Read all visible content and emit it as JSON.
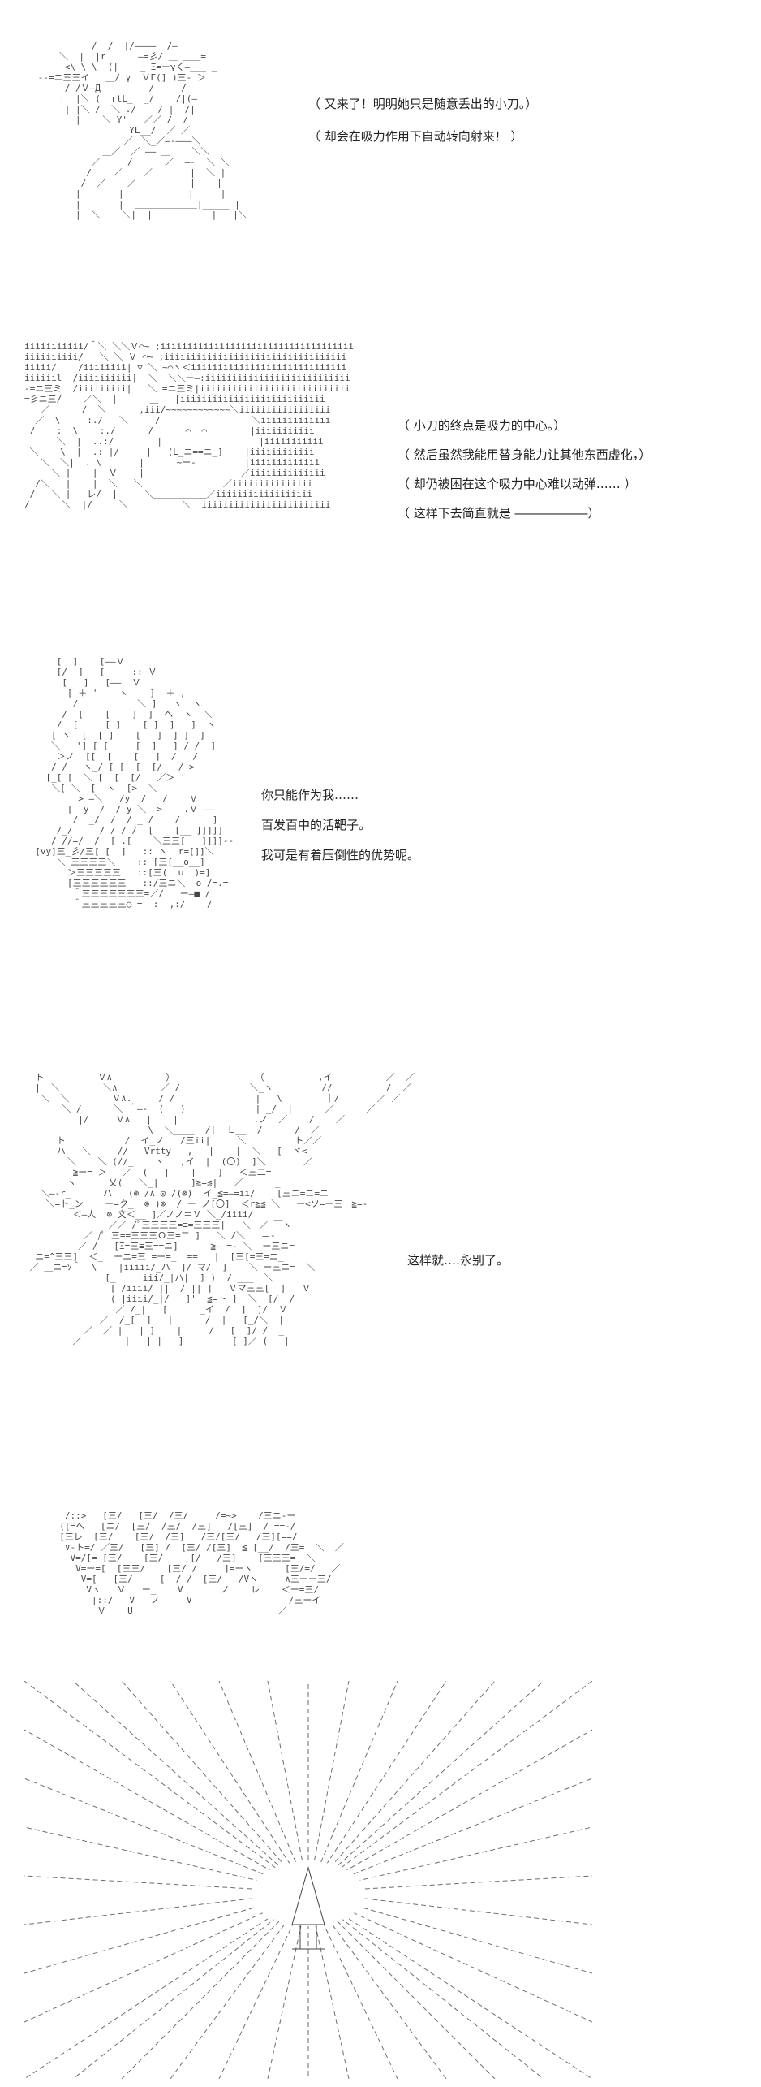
{
  "colors": {
    "background": "#ffffff",
    "text": "#222222",
    "art": "#333333"
  },
  "panels": [
    {
      "lines": [
        "（ 又来了！明明她只是随意丢出的小刀。）",
        "（ 却会在吸力作用下自动转向射来！ ）"
      ]
    },
    {
      "lines": [
        "（ 小刀的终点是吸力的中心。）",
        "（ 然后虽然我能用替身能力让其他东西虚化，）",
        "（ 却仍被困在这个吸力中心难以动弹‥‥‥ ）",
        "（ 这样下去简直就是 ――――――）"
      ]
    },
    {
      "lines": [
        "你只能作为我‥‥‥",
        "百发百中的活靶子。",
        "我可是有着压倒性的优势呢。"
      ]
    },
    {
      "lines": [
        "这样就‥‥永别了。"
      ]
    },
    {
      "lines": []
    }
  ]
}
